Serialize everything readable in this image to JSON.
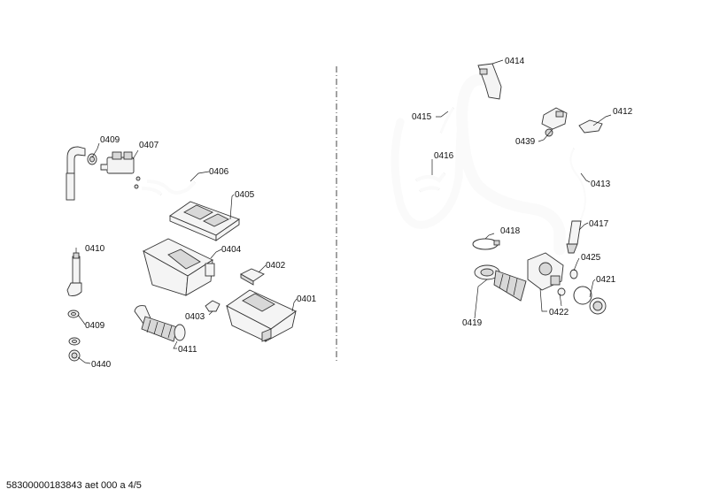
{
  "callouts": [
    {
      "id": "c-0409a",
      "text": "0409"
    },
    {
      "id": "c-0407",
      "text": "0407"
    },
    {
      "id": "c-0406",
      "text": "0406"
    },
    {
      "id": "c-0405",
      "text": "0405"
    },
    {
      "id": "c-0404",
      "text": "0404"
    },
    {
      "id": "c-0402",
      "text": "0402"
    },
    {
      "id": "c-0401",
      "text": "0401"
    },
    {
      "id": "c-0403",
      "text": "0403"
    },
    {
      "id": "c-0411",
      "text": "0411"
    },
    {
      "id": "c-0410",
      "text": "0410"
    },
    {
      "id": "c-0409b",
      "text": "0409"
    },
    {
      "id": "c-0440",
      "text": "0440"
    },
    {
      "id": "c-0414",
      "text": "0414"
    },
    {
      "id": "c-0415",
      "text": "0415"
    },
    {
      "id": "c-0416",
      "text": "0416"
    },
    {
      "id": "c-0439",
      "text": "0439"
    },
    {
      "id": "c-0412",
      "text": "0412"
    },
    {
      "id": "c-0413",
      "text": "0413"
    },
    {
      "id": "c-0417",
      "text": "0417"
    },
    {
      "id": "c-0418",
      "text": "0418"
    },
    {
      "id": "c-0425",
      "text": "0425"
    },
    {
      "id": "c-0421",
      "text": "0421"
    },
    {
      "id": "c-0422",
      "text": "0422"
    },
    {
      "id": "c-0419",
      "text": "0419"
    }
  ],
  "footer": "58300000183843 aet 000 a 4/5"
}
